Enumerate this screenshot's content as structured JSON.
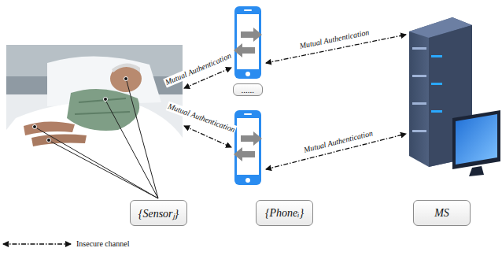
{
  "diagram": {
    "nodes": [
      {
        "text": [
          "......"
        ]
      },
      {
        "text": [
          "{Sensorⱼ}"
        ]
      },
      {
        "text": [
          "{Phoneᵢ}"
        ]
      },
      {
        "text": [
          "MS"
        ]
      }
    ],
    "labels": [
      "Mutual Authentication",
      "Mutual Authentication",
      "Mutual Authentication",
      "Mutual Authentication"
    ],
    "legend": [
      {
        "text": "Insecure channel"
      }
    ]
  }
}
